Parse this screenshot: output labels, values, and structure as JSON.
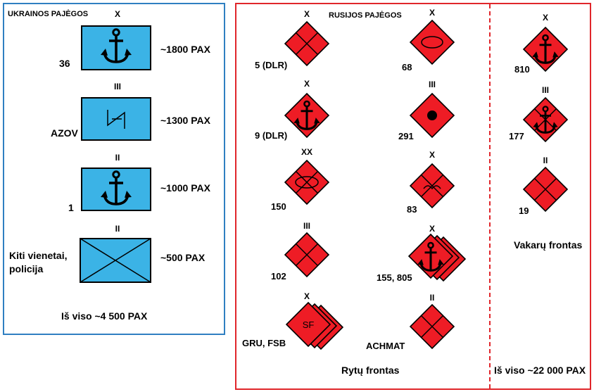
{
  "ukraine": {
    "title": "UKRAINOS PAJĖGOS",
    "total": "Iš viso ~4 500 PAX",
    "units": [
      {
        "echelon": "X",
        "label": "36",
        "strength": "~1800 PAX",
        "icon": "anchor-icon"
      },
      {
        "echelon": "III",
        "label": "AZOV",
        "strength": "~1300 PAX",
        "icon": "wolfsangel-icon"
      },
      {
        "echelon": "II",
        "label": "1",
        "strength": "~1000 PAX",
        "icon": "anchor-icon"
      },
      {
        "echelon": "II",
        "label": "Kiti vienetai,",
        "label2": "policija",
        "strength": "~500 PAX",
        "icon": "cross-icon"
      }
    ]
  },
  "russia": {
    "title": "RUSIJOS PAJĖGOS",
    "east_front": {
      "name": "Rytų frontas",
      "units": [
        {
          "echelon": "X",
          "label": "5 (DLR)",
          "icon": "infantry-cross-icon"
        },
        {
          "echelon": "X",
          "label": "68",
          "icon": "armor-oval-icon"
        },
        {
          "echelon": "X",
          "label": "9 (DLR)",
          "icon": "anchor-icon"
        },
        {
          "echelon": "III",
          "label": "291",
          "icon": "artillery-dot-icon"
        },
        {
          "echelon": "XX",
          "label": "150",
          "icon": "mechanized-icon"
        },
        {
          "echelon": "X",
          "label": "83",
          "icon": "airborne-icon"
        },
        {
          "echelon": "III",
          "label": "102",
          "icon": "infantry-cross-icon"
        },
        {
          "echelon": "X",
          "label": "155, 805",
          "icon": "stacked-anchor-icon"
        },
        {
          "echelon": "X",
          "label": "GRU, FSB",
          "icon_text": "SF",
          "icon": "stacked-special-forces-icon"
        },
        {
          "echelon": "II",
          "label": "ACHMAT",
          "icon": "infantry-cross-icon"
        }
      ]
    },
    "west_front": {
      "name": "Vakarų frontas",
      "units": [
        {
          "echelon": "X",
          "label": "810",
          "icon": "anchor-icon"
        },
        {
          "echelon": "III",
          "label": "177",
          "icon": "infantry-anchor-icon"
        },
        {
          "echelon": "II",
          "label": "19",
          "icon": "infantry-cross-icon"
        }
      ]
    },
    "total": "Iš viso ~22 000 PAX"
  },
  "colors": {
    "ukraine_border": "#2f7fc1",
    "ukraine_fill": "#3bb3e6",
    "russia_border": "#e0262b",
    "russia_fill": "#ee1c25"
  }
}
